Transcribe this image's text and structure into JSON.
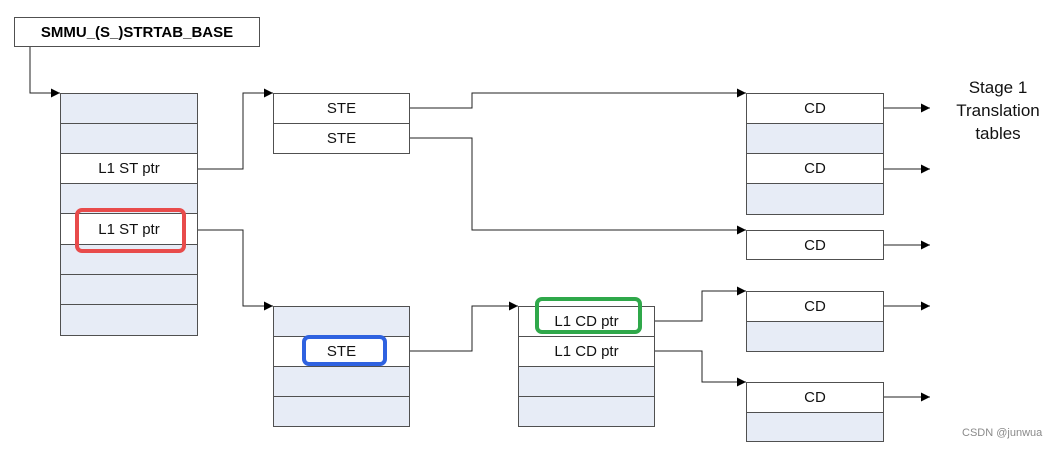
{
  "base_register": "SMMU_(S_)STRTAB_BASE",
  "stage_label": [
    "Stage 1",
    "Translation",
    "tables"
  ],
  "labels": {
    "l1_st_ptr": "L1 ST ptr",
    "ste": "STE",
    "cd": "CD",
    "l1_cd_ptr": "L1 CD ptr"
  },
  "highlight_colors": {
    "red": "#e84b4b",
    "blue": "#2f62e0",
    "green": "#2fa84a"
  },
  "watermark": "CSDN @junwua"
}
